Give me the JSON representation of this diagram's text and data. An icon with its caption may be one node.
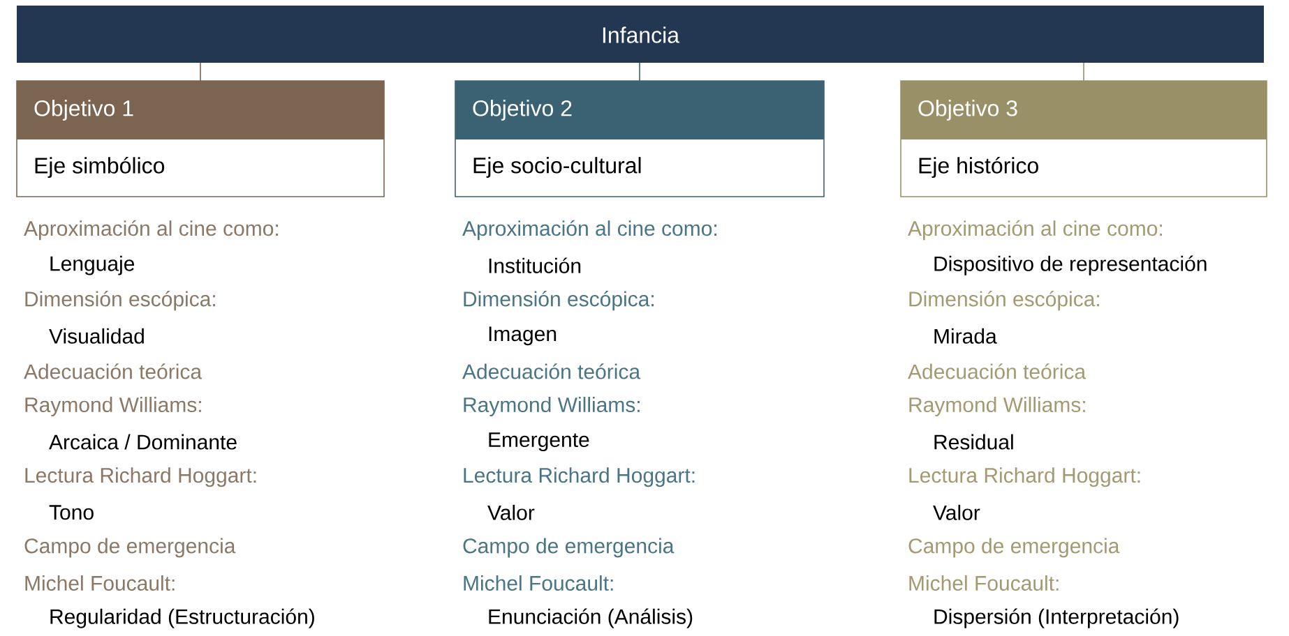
{
  "diagram": {
    "nodes": [
      {
        "text": [
          "Infancia"
        ]
      },
      {
        "text": [
          "Objetivo 1",
          "Eje simbólico"
        ]
      },
      {
        "text": [
          "Objetivo 2",
          "Eje socio-cultural"
        ]
      },
      {
        "text": [
          "Objetivo 3",
          "Eje histórico"
        ]
      }
    ],
    "edges": [
      {
        "from": 0,
        "to": 1,
        "arrow": "none"
      },
      {
        "from": 0,
        "to": 2,
        "arrow": "none"
      },
      {
        "from": 0,
        "to": 3,
        "arrow": "none"
      }
    ],
    "labels": [
      "Aproximación al cine como:",
      "Lenguaje",
      "Dimensión escópica:",
      "Visualidad",
      "Adecuación teórica",
      "Raymond Williams:",
      "Arcaica / Dominante",
      "Lectura Richard Hoggart:",
      "Tono",
      "Campo de emergencia",
      "Michel Foucault:",
      "Regularidad (Estructuración)",
      "Aproximación al cine como:",
      "Institución",
      "Dimensión escópica:",
      "Imagen",
      "Adecuación teórica",
      "Raymond Williams:",
      "Emergente",
      "Lectura Richard Hoggart:",
      "Valor",
      "Campo de emergencia",
      "Michel Foucault:",
      "Enunciación (Análisis)",
      "Aproximación al cine como:",
      "Dispositivo de representación",
      "Dimensión escópica:",
      "Mirada",
      "Adecuación teórica",
      "Raymond Williams:",
      "Residual",
      "Lectura Richard Hoggart:",
      "Valor",
      "Campo de emergencia",
      "Michel Foucault:",
      "Dispersión (Interpretación)"
    ]
  }
}
